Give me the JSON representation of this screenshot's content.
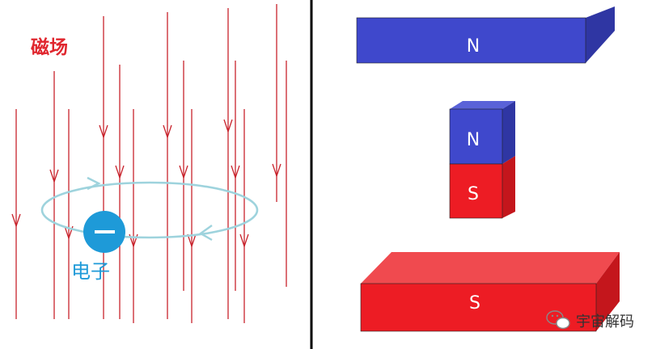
{
  "left_panel": {
    "title": "磁场",
    "particle_symbol": "—",
    "particle_label": "电子"
  },
  "right_panel": {
    "top_magnet_label": "N",
    "small_magnet_top_label": "N",
    "small_magnet_bottom_label": "S",
    "bottom_magnet_label": "S"
  },
  "watermark": {
    "text": "宇宙解码"
  },
  "colors": {
    "field_line": "#c8232c",
    "orbit": "#9ed3dd",
    "electron": "#1e9ad8",
    "north_face": "#3f48cc",
    "north_side": "#2f36a3",
    "south_face": "#ed1c24",
    "south_side": "#c4161c",
    "divider": "#000000"
  }
}
